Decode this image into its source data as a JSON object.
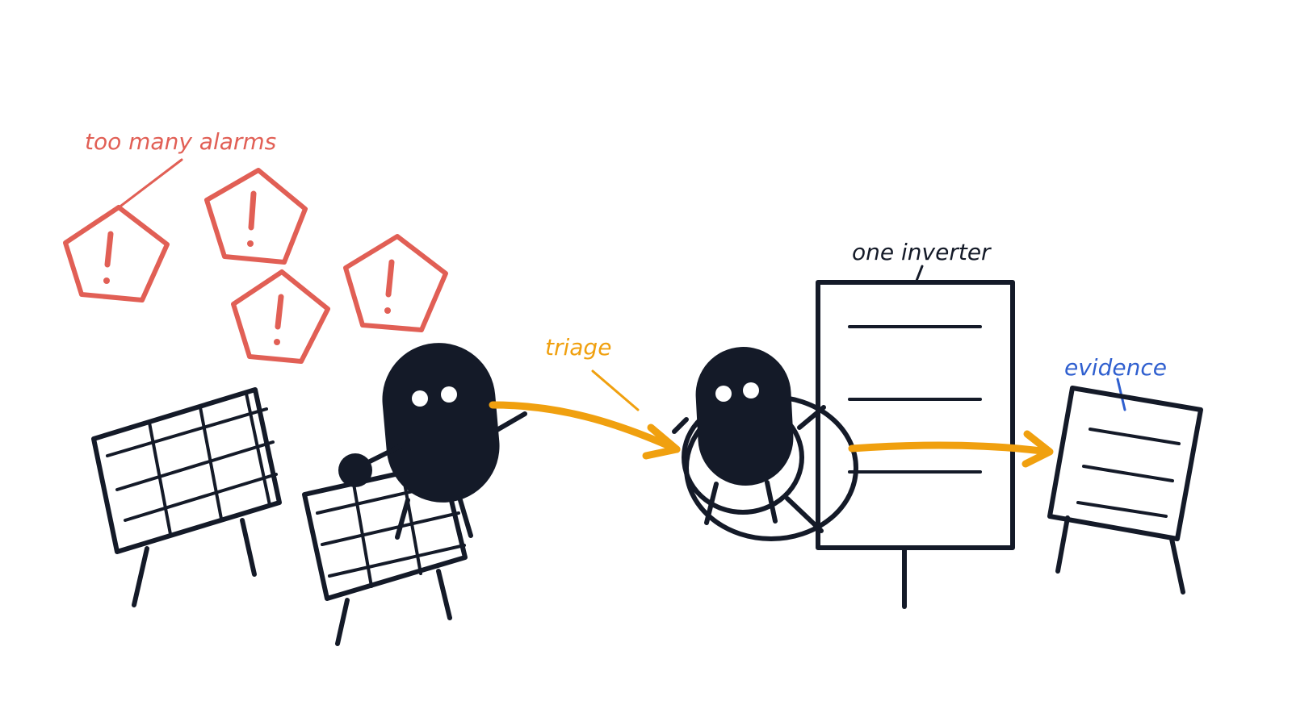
{
  "labels": {
    "too_many_alarms": "too many alarms",
    "triage": "triage",
    "one_inverter": "one inverter",
    "evidence": "evidence"
  },
  "icons": {
    "alarm": "warning-pentagon-icon",
    "solar_panel": "solar-panel-icon",
    "character": "blob-character-icon",
    "inverter": "inverter-cabinet-icon",
    "report": "evidence-report-icon"
  },
  "colors": {
    "alarm": "#e15f55",
    "flow": "#f0a00f",
    "evidence": "#2f5fcf",
    "ink": "#141a28"
  }
}
